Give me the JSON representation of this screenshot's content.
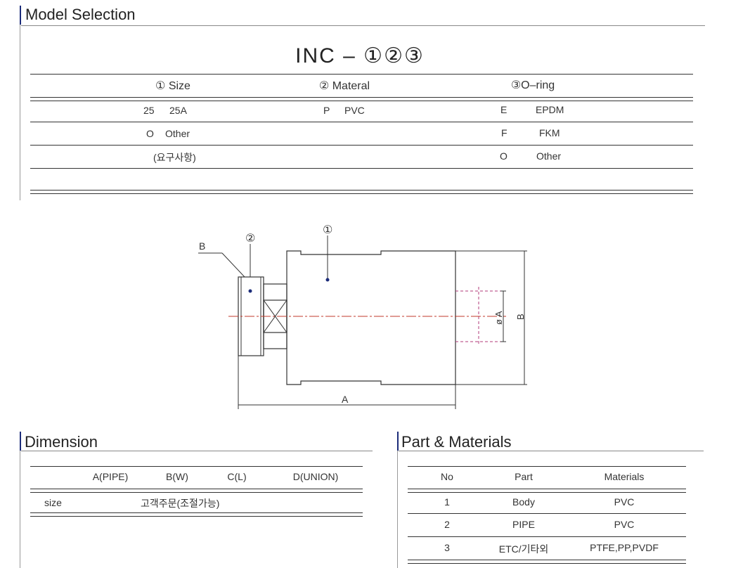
{
  "model_selection": {
    "title": "Model Selection",
    "code": "INC – ①②③",
    "headers": [
      "① Size",
      "② Materal",
      "③O–ring"
    ],
    "rows": [
      {
        "size_code": "25",
        "size_desc": "25A",
        "mat_code": "P",
        "mat_desc": "PVC",
        "oring_code": "E",
        "oring_desc": "EPDM"
      },
      {
        "size_code": "O",
        "size_desc": "Other",
        "mat_code": "",
        "mat_desc": "",
        "oring_code": "F",
        "oring_desc": "FKM"
      },
      {
        "size_code": "",
        "size_desc": "(요구사항)",
        "mat_code": "",
        "mat_desc": "",
        "oring_code": "O",
        "oring_desc": "Other"
      }
    ]
  },
  "drawing": {
    "label_b": "B",
    "label_a": "A",
    "label_dia_a": "ø A",
    "label_b_right": "B",
    "callout_1": "①",
    "callout_2": "②"
  },
  "dimension": {
    "title": "Dimension",
    "headers": [
      "A(PIPE)",
      "B(W)",
      "C(L)",
      "D(UNION)"
    ],
    "row_label": "size",
    "row_value": "고객주문(조절가능)"
  },
  "parts": {
    "title": "Part & Materials",
    "headers": [
      "No",
      "Part",
      "Materials"
    ],
    "rows": [
      {
        "no": "1",
        "part": "Body",
        "material": "PVC"
      },
      {
        "no": "2",
        "part": "PIPE",
        "material": "PVC"
      },
      {
        "no": "3",
        "part": "ETC/기타외",
        "material": "PTFE,PP,PVDF"
      }
    ]
  },
  "colors": {
    "accent_bar": "#1c2c7a",
    "centerline": "#c0392b",
    "hidden_line": "#b03a7a",
    "dot": "#1c2c7a"
  }
}
